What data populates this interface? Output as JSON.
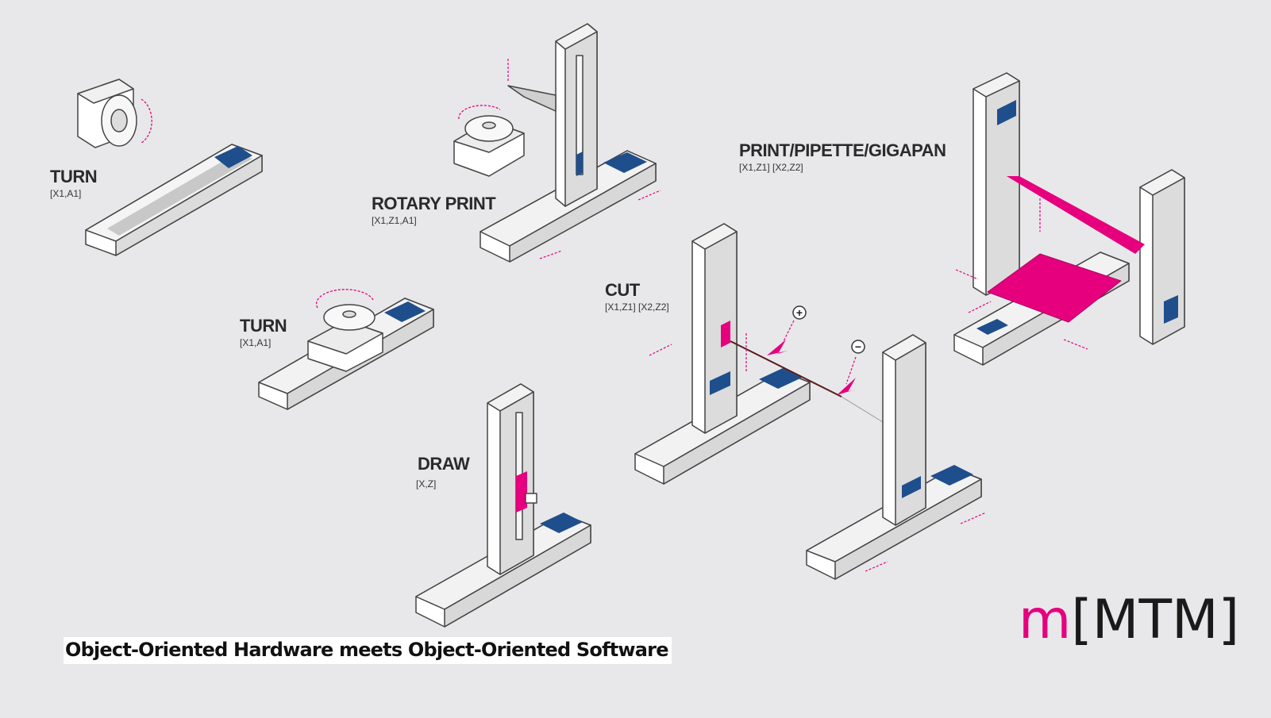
{
  "modules": [
    {
      "id": "turn-1",
      "title": "TURN",
      "axes": "[X1,A1]"
    },
    {
      "id": "rotary-print",
      "title": "ROTARY PRINT",
      "axes": "[X1,Z1,A1]"
    },
    {
      "id": "turn-2",
      "title": "TURN",
      "axes": "[X1,A1]"
    },
    {
      "id": "draw",
      "title": "DRAW",
      "axes": "[X,Z]"
    },
    {
      "id": "cut",
      "title": "CUT",
      "axes": "[X1,Z1] [X2,Z2]"
    },
    {
      "id": "print-pipette-gigapan",
      "title": "PRINT/PIPETTE/GIGAPAN",
      "axes": "[X1,Z1] [X2,Z2]"
    }
  ],
  "cut_markers": {
    "plus": "+",
    "minus": "−"
  },
  "caption": "Object-Oriented Hardware meets Object-Oriented Software",
  "logo": {
    "prefix": "m",
    "open_bracket": "[",
    "name": "MTM",
    "close_bracket": "]"
  },
  "colors": {
    "accent": "#e6007e",
    "rail_blue": "#1f4e8c",
    "frame": "#ffffff",
    "outline": "#444444",
    "background": "#e8e8ea"
  }
}
